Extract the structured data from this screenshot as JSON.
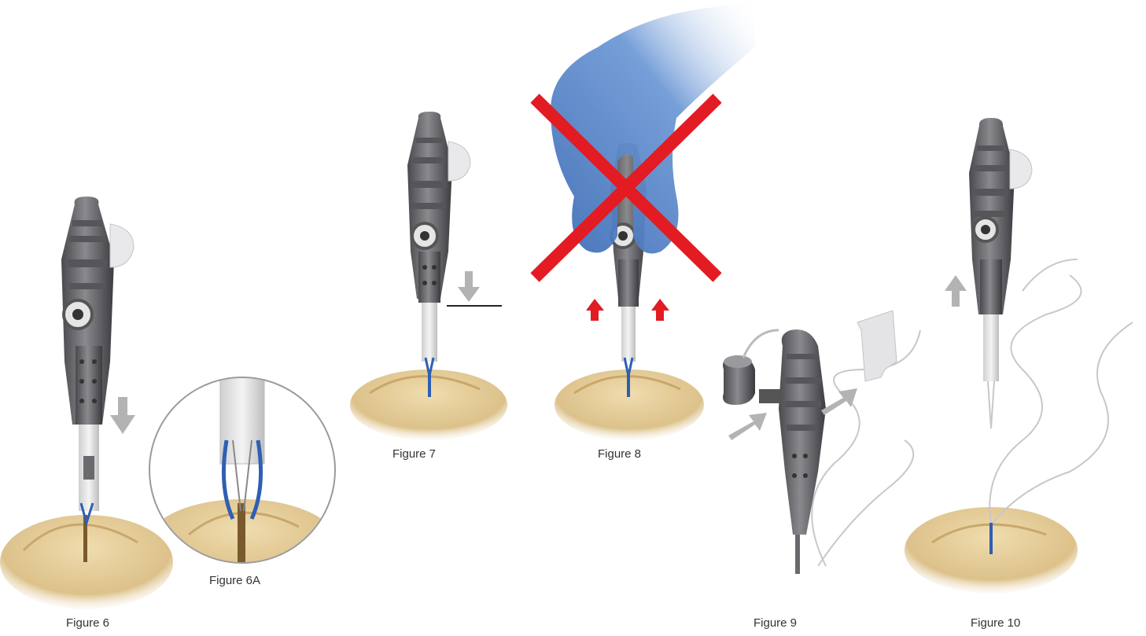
{
  "figures": {
    "fig6": {
      "caption": "Figure 6"
    },
    "fig6a": {
      "caption": "Figure 6A"
    },
    "fig7": {
      "caption": "Figure 7"
    },
    "fig8": {
      "caption": "Figure 8"
    },
    "fig9": {
      "caption": "Figure 9"
    },
    "fig10": {
      "caption": "Figure 10"
    }
  },
  "colors": {
    "instrument": "#6f6f73",
    "instrument_dark": "#4a4a4e",
    "instrument_light": "#9a9a9e",
    "bone": "#e7cf9c",
    "bone_shade": "#c9a76a",
    "arrow_gray": "#b3b3b3",
    "arrow_red": "#e31b23",
    "x_mark": "#e31b23",
    "glove": "#5b86c6",
    "tip_blue": "#2e5fb3",
    "inset_ring": "#9a9a9a",
    "caption_text": "#333333"
  },
  "icons": {
    "down_arrow": "arrow-down-icon",
    "up_arrow": "arrow-up-icon",
    "prohibit": "cross-mark-icon"
  }
}
